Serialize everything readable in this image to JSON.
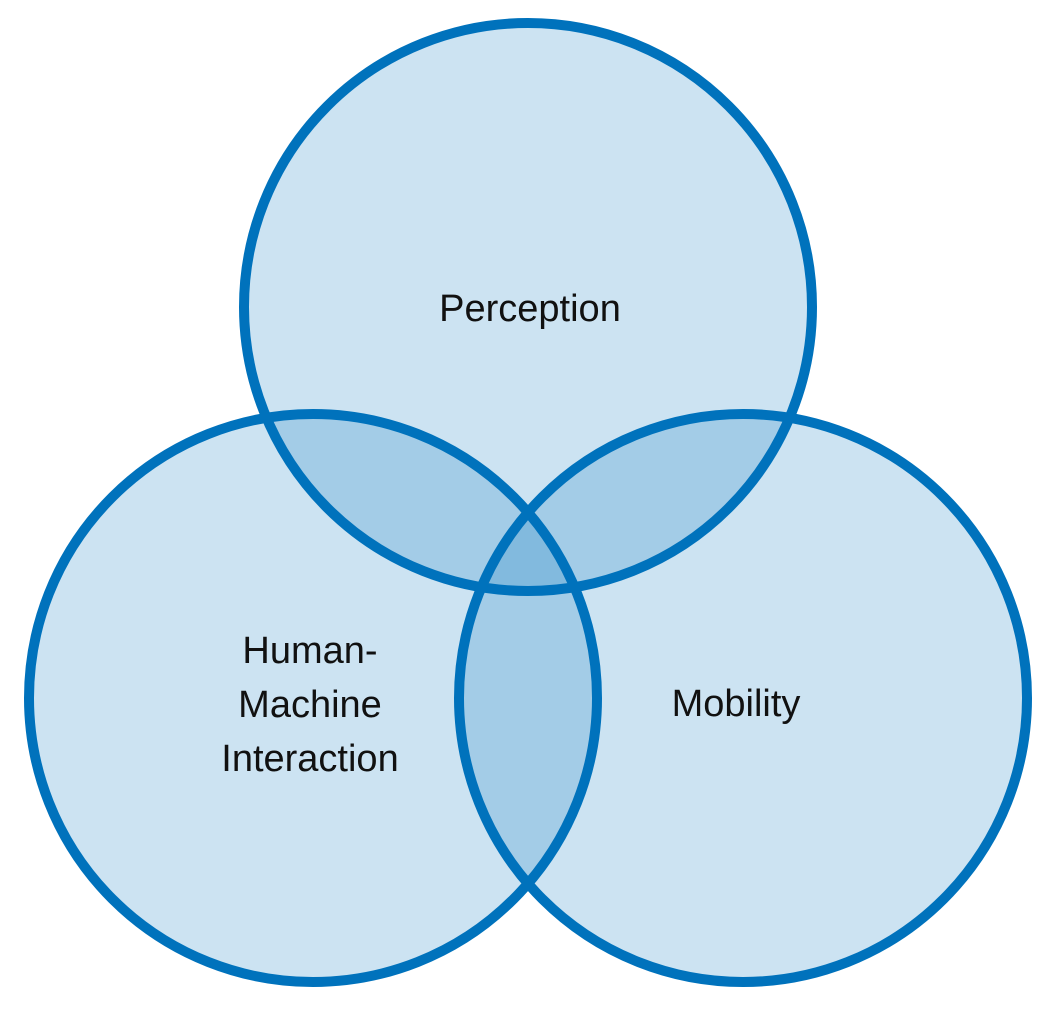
{
  "diagram": {
    "type": "venn",
    "sets": [
      {
        "id": "perception",
        "label_lines": [
          "Perception"
        ]
      },
      {
        "id": "hmi",
        "label_lines": [
          "Human-",
          "Machine",
          "Interaction"
        ]
      },
      {
        "id": "mobility",
        "label_lines": [
          "Mobility"
        ]
      }
    ],
    "colors": {
      "stroke": "#0072bc",
      "fill": "#0072bc",
      "background": "#ffffff"
    }
  }
}
